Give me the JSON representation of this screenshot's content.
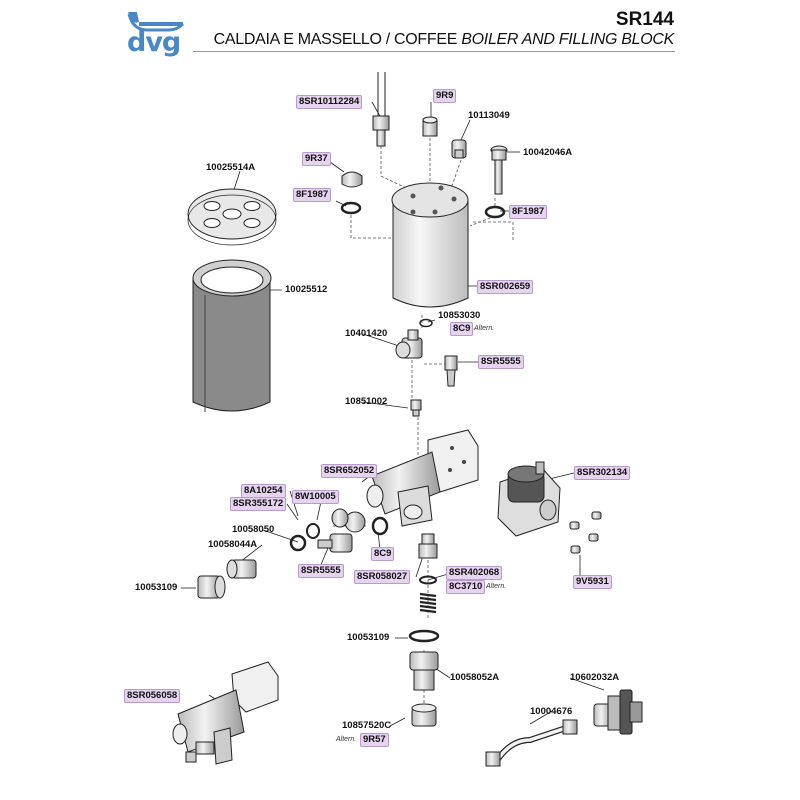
{
  "header": {
    "logo_text": "dvg",
    "code": "SR144",
    "title_plain": "CALDAIA E MASSELLO / COFFEE ",
    "title_italic": "BOILER AND FILLING BLOCK"
  },
  "colors": {
    "highlight": "#e6d3f0",
    "logo": "#4a88c4",
    "part_fill": "#ececec",
    "stroke": "#222222"
  },
  "labels": [
    {
      "id": "8SR10112284",
      "text": "8SR10112284",
      "hl": true
    },
    {
      "id": "9R9",
      "text": "9R9",
      "hl": true
    },
    {
      "id": "10113049",
      "text": "10113049",
      "hl": false
    },
    {
      "id": "10042046A",
      "text": "10042046A",
      "hl": false
    },
    {
      "id": "9R37",
      "text": "9R37",
      "hl": true
    },
    {
      "id": "8F1987a",
      "text": "8F1987",
      "hl": true
    },
    {
      "id": "8F1987b",
      "text": "8F1987",
      "hl": true
    },
    {
      "id": "10025514A",
      "text": "10025514A",
      "hl": false
    },
    {
      "id": "10025512",
      "text": "10025512",
      "hl": false
    },
    {
      "id": "8SR002659",
      "text": "8SR002659",
      "hl": true
    },
    {
      "id": "10853030",
      "text": "10853030",
      "hl": false
    },
    {
      "id": "8C9a",
      "text": "8C9",
      "hl": true
    },
    {
      "id": "10401420",
      "text": "10401420",
      "hl": false
    },
    {
      "id": "8SR5555a",
      "text": "8SR5555",
      "hl": true
    },
    {
      "id": "10851002",
      "text": "10851002",
      "hl": false
    },
    {
      "id": "8SR652052",
      "text": "8SR652052",
      "hl": true
    },
    {
      "id": "8SR302134",
      "text": "8SR302134",
      "hl": true
    },
    {
      "id": "8A10254",
      "text": "8A10254",
      "hl": true
    },
    {
      "id": "8SR355172",
      "text": "8SR355172",
      "hl": true
    },
    {
      "id": "8W10005",
      "text": "8W10005",
      "hl": true
    },
    {
      "id": "10058050",
      "text": "10058050",
      "hl": false
    },
    {
      "id": "10058044A",
      "text": "10058044A",
      "hl": false
    },
    {
      "id": "8SR5555b",
      "text": "8SR5555",
      "hl": true
    },
    {
      "id": "8C9b",
      "text": "8C9",
      "hl": true
    },
    {
      "id": "10053109a",
      "text": "10053109",
      "hl": false
    },
    {
      "id": "8SR058027",
      "text": "8SR058027",
      "hl": true
    },
    {
      "id": "8SR402068",
      "text": "8SR402068",
      "hl": true
    },
    {
      "id": "8C3710",
      "text": "8C3710",
      "hl": true
    },
    {
      "id": "9V5931",
      "text": "9V5931",
      "hl": true
    },
    {
      "id": "10053109b",
      "text": "10053109",
      "hl": false
    },
    {
      "id": "10058052A",
      "text": "10058052A",
      "hl": false
    },
    {
      "id": "10602032A",
      "text": "10602032A",
      "hl": false
    },
    {
      "id": "8SR056058",
      "text": "8SR056058",
      "hl": true
    },
    {
      "id": "10004676",
      "text": "10004676",
      "hl": false
    },
    {
      "id": "10857520C",
      "text": "10857520C",
      "hl": false
    },
    {
      "id": "9R57",
      "text": "9R57",
      "hl": true
    }
  ],
  "alt_notes": {
    "a1": "Altern.",
    "a2": "Altern.",
    "a3": "Altern."
  }
}
